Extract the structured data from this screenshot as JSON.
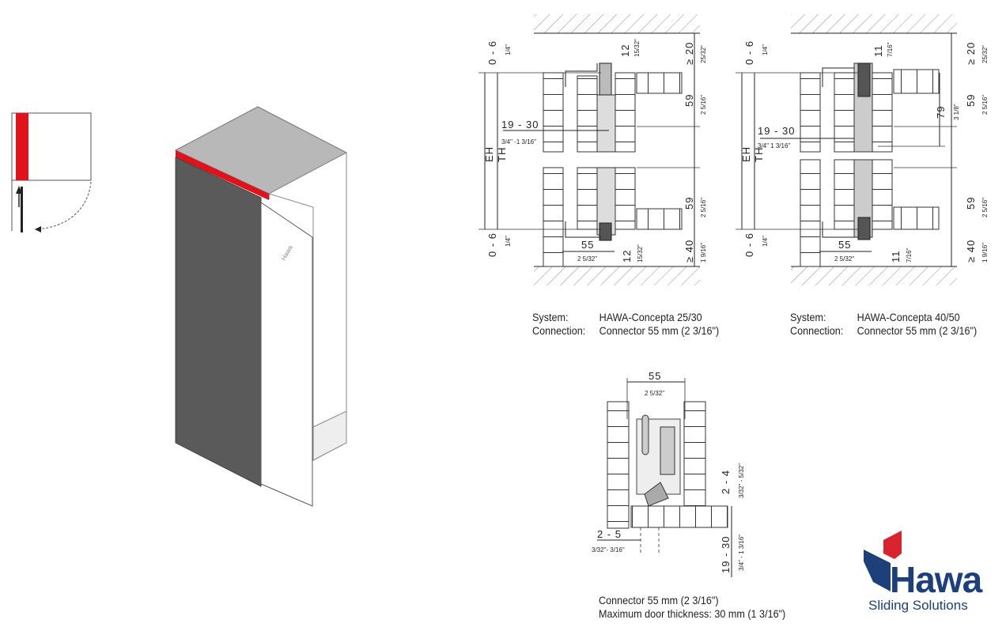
{
  "diagram_a": {
    "system_label": "System:",
    "system_value": "HAWA-Concepta 25/30",
    "connection_label": "Connection:",
    "connection_value": "Connector 55 mm (2 3/16\")",
    "dims": {
      "eh": "EH",
      "th": "TH",
      "gap_top": "0 - 6",
      "gap_top_in": "1/4\"",
      "gap_bottom": "0 - 6",
      "gap_bottom_in": "1/4\"",
      "top_clear": "≥ 20",
      "top_clear_in": "25/32\"",
      "upper_59": "59",
      "upper_59_in": "2 5/16\"",
      "lower_59": "59",
      "lower_59_in": "2 5/16\"",
      "bottom_clear": "≥ 40",
      "bottom_clear_in": "1 9/16\"",
      "door": "19 - 30",
      "door_in": "3/4\" -1 3/16\"",
      "width": "55",
      "width_in": "2 5/32\"",
      "offset_top": "12",
      "offset_top_in": "15/32\"",
      "offset_bottom": "12",
      "offset_bottom_in": "15/32\""
    }
  },
  "diagram_b": {
    "system_label": "System:",
    "system_value": "HAWA-Concepta 40/50",
    "connection_label": "Connection:",
    "connection_value": "Connector 55 mm (2 3/16\")",
    "dims": {
      "eh": "EH",
      "th": "TH",
      "gap_top": "0 - 6",
      "gap_top_in": "1/4\"",
      "gap_bottom": "0 - 6",
      "gap_bottom_in": "1/4\"",
      "top_clear": "≥ 20",
      "top_clear_in": "25/32\"",
      "upper_59": "59",
      "upper_59_in": "2 5/16\"",
      "mid_79": "79",
      "mid_79_in": "3 1/8\"",
      "lower_59": "59",
      "lower_59_in": "2 5/16\"",
      "bottom_clear": "≥ 40",
      "bottom_clear_in": "1 9/16\"",
      "door": "19 - 30",
      "door_in": "3/4\" 1 3/16\"",
      "width": "55",
      "width_in": "2 5/32\"",
      "offset_top": "11",
      "offset_top_in": "7/16\"",
      "offset_bottom": "11",
      "offset_bottom_in": "7/16\""
    }
  },
  "diagram_c": {
    "width": "55",
    "width_in": "2 5/32\"",
    "reveal": "2 - 4",
    "reveal_in": "3/32\" - 5/32\"",
    "gap": "2 - 5",
    "gap_in": "3/32\"- 3/16\"",
    "door": "19 - 30",
    "door_in": "3/4\" - 1 3/16\"",
    "caption_line1": "Connector 55 mm (2 3/16\")",
    "caption_line2": "Maximum door thickness: 30 mm (1 3/16\")"
  },
  "logo": {
    "brand": "Hawa",
    "tagline": "Sliding Solutions",
    "red": "#d9232e",
    "blue": "#1d3f7a"
  },
  "colors": {
    "highlight": "#e0121c",
    "door": "#5a5a5a",
    "top": "#b8b8b8"
  }
}
